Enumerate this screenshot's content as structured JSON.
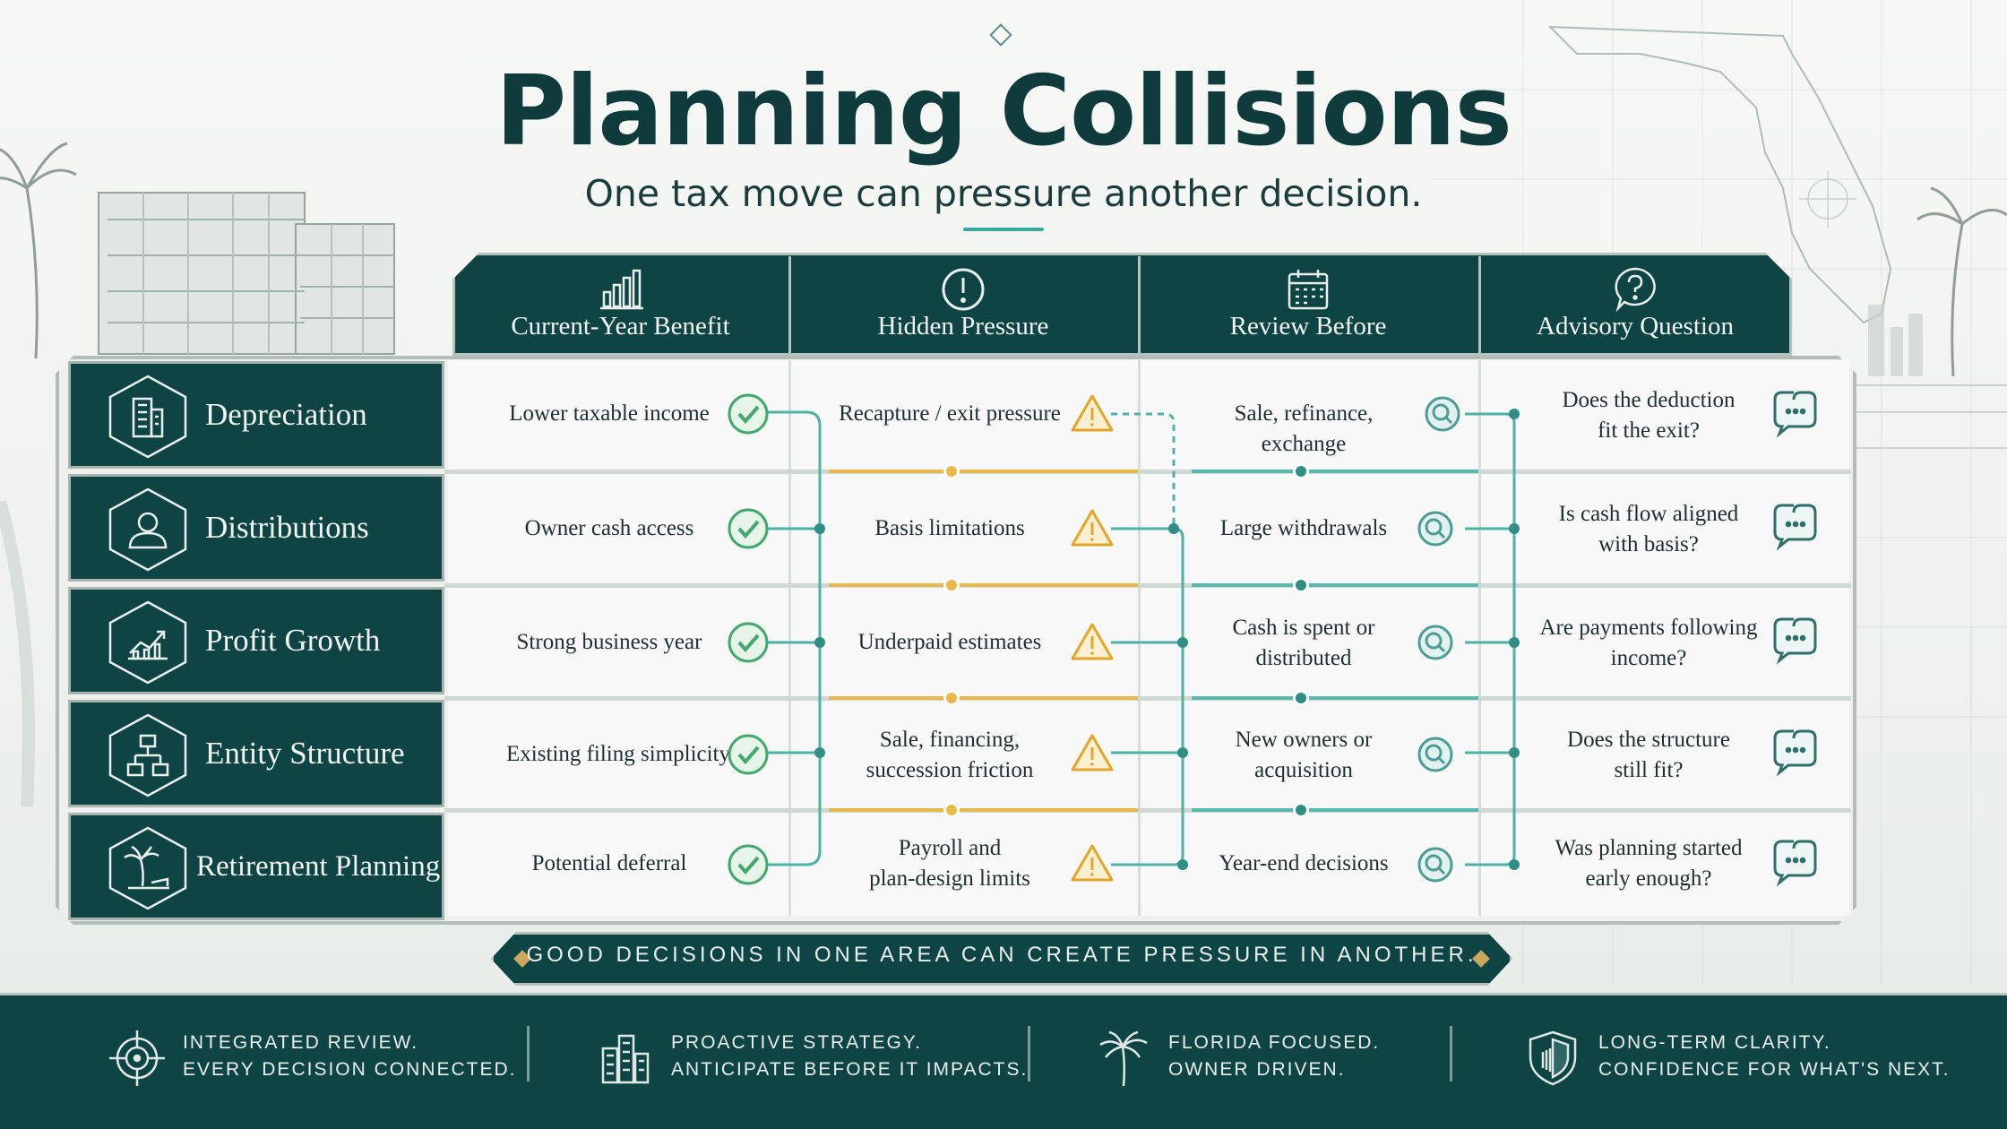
{
  "title": "Planning Collisions",
  "subtitle": "One tax move can pressure another decision.",
  "columns": [
    {
      "label": "Current-Year Benefit",
      "icon": "bar-chart-icon"
    },
    {
      "label": "Hidden Pressure",
      "icon": "alert-circle-icon"
    },
    {
      "label": "Review Before",
      "icon": "calendar-icon"
    },
    {
      "label": "Advisory Question",
      "icon": "question-bubble-icon"
    }
  ],
  "rows": [
    {
      "label": "Depreciation",
      "icon": "building-icon",
      "benefit": [
        "Lower taxable income"
      ],
      "pressure": [
        "Recapture / exit pressure"
      ],
      "review": [
        "Sale, refinance, exchange"
      ],
      "question": [
        "Does the deduction",
        "fit the exit?"
      ]
    },
    {
      "label": "Distributions",
      "icon": "person-icon",
      "benefit": [
        "Owner cash access"
      ],
      "pressure": [
        "Basis limitations"
      ],
      "review": [
        "Large withdrawals"
      ],
      "question": [
        "Is cash flow aligned",
        "with basis?"
      ]
    },
    {
      "label": "Profit Growth",
      "icon": "growth-chart-icon",
      "benefit": [
        "Strong business year"
      ],
      "pressure": [
        "Underpaid estimates"
      ],
      "review": [
        "Cash is spent or",
        "distributed"
      ],
      "question": [
        "Are payments following",
        "income?"
      ]
    },
    {
      "label": "Entity Structure",
      "icon": "org-chart-icon",
      "benefit": [
        "Existing filing simplicity"
      ],
      "pressure": [
        "Sale, financing,",
        "succession friction"
      ],
      "review": [
        "New owners or",
        "acquisition"
      ],
      "question": [
        "Does the structure",
        "still fit?"
      ]
    },
    {
      "label": "Retirement Planning",
      "icon": "palm-beach-icon",
      "benefit": [
        "Potential deferral"
      ],
      "pressure": [
        "Payroll and",
        "plan-design limits"
      ],
      "review": [
        "Year-end decisions"
      ],
      "question": [
        "Was planning started",
        "early enough?"
      ]
    }
  ],
  "banner": "GOOD DECISIONS IN ONE AREA CAN CREATE PRESSURE IN ANOTHER.",
  "footer": [
    {
      "line1": "INTEGRATED REVIEW.",
      "line2": "EVERY DECISION CONNECTED.",
      "icon": "crosshair-icon"
    },
    {
      "line1": "PROACTIVE STRATEGY.",
      "line2": "ANTICIPATE BEFORE IT IMPACTS.",
      "icon": "buildings-icon"
    },
    {
      "line1": "FLORIDA FOCUSED.",
      "line2": "OWNER DRIVEN.",
      "icon": "palm-tree-icon"
    },
    {
      "line1": "LONG-TERM CLARITY.",
      "line2": "CONFIDENCE FOR WHAT'S NEXT.",
      "icon": "shield-icon"
    }
  ],
  "colors": {
    "brand": "#0f4445",
    "accent_teal": "#3aa99f",
    "warning": "#e9b84a",
    "check": "#43a86f"
  }
}
